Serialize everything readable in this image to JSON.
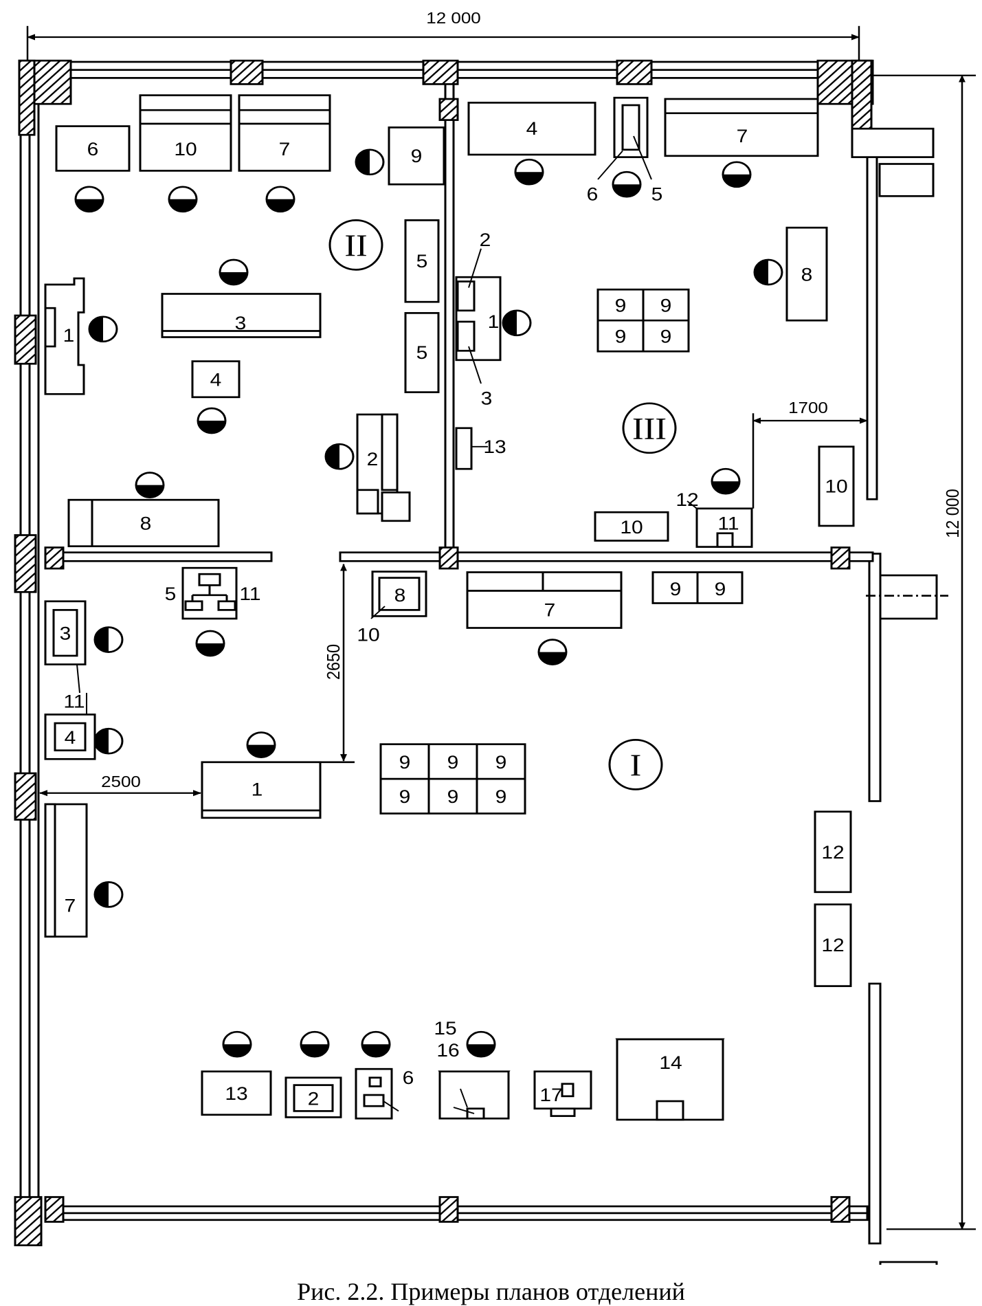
{
  "dimensions": {
    "top_width": "12 000",
    "right_height": "12 000",
    "gap_1700": "1700",
    "gap_2650": "2650",
    "gap_2500": "2500"
  },
  "rooms": {
    "room_2": "II",
    "room_3": "III",
    "room_1": "I"
  },
  "equipment_labels": {
    "r2_6": "6",
    "r2_10": "10",
    "r2_7": "7",
    "r2_9": "9",
    "r2_5a": "5",
    "r2_5b": "5",
    "r2_1": "1",
    "r2_3": "3",
    "r2_4": "4",
    "r2_2": "2",
    "r2_8": "8",
    "r3_4": "4",
    "r3_7": "7",
    "r3_6": "6",
    "r3_5": "5",
    "r3_8": "8",
    "r3_2": "2",
    "r3_1": "1",
    "r3_3": "3",
    "r3_9a": "9",
    "r3_9b": "9",
    "r3_9c": "9",
    "r3_9d": "9",
    "r3_13": "13",
    "r3_10a": "10",
    "r3_10b": "10",
    "r3_12": "12",
    "r3_11": "11",
    "c_5": "5",
    "c_11a": "11",
    "c_3": "3",
    "c_11b": "11",
    "c_4": "4",
    "c_8": "8",
    "c_10": "10",
    "c_7": "7",
    "c_9a": "9",
    "c_9b": "9",
    "r1_1": "1",
    "r1_9a": "9",
    "r1_9b": "9",
    "r1_9c": "9",
    "r1_9d": "9",
    "r1_9e": "9",
    "r1_9f": "9",
    "r1_7": "7",
    "r1_13": "13",
    "r1_2": "2",
    "r1_6": "6",
    "r1_15": "15",
    "r1_16": "16",
    "r1_17": "17",
    "r1_14": "14",
    "r1_12a": "12",
    "r1_12b": "12"
  },
  "caption": "Рис. 2.2. Примеры планов отделений"
}
